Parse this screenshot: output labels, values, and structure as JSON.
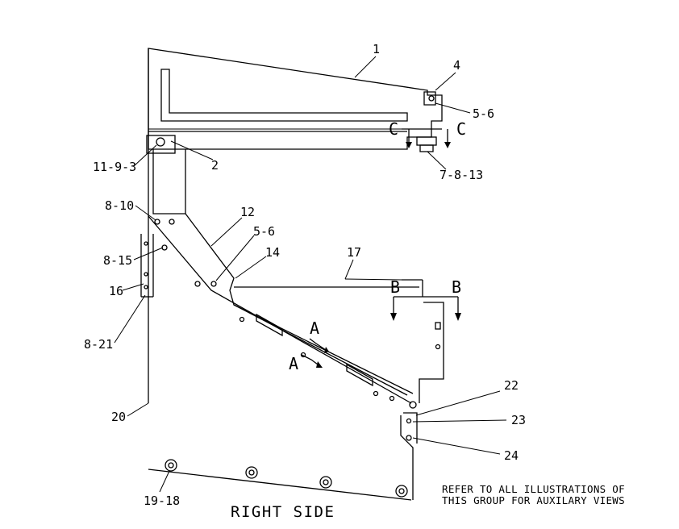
{
  "diagram": {
    "title": "RIGHT SIDE",
    "note_lines": [
      "REFER TO ALL ILLUSTRATIONS OF",
      "THIS GROUP FOR AUXILARY VIEWS"
    ],
    "callouts": {
      "c1": "1",
      "c4": "4",
      "c56a": "5-6",
      "c7813": "7-8-13",
      "c2": "2",
      "c1193": "11-9-3",
      "c810": "8-10",
      "c12": "12",
      "c56b": "5-6",
      "c14": "14",
      "c17": "17",
      "c815": "8-15",
      "c16": "16",
      "c821": "8-21",
      "c20": "20",
      "c22": "22",
      "c23": "23",
      "c24": "24",
      "c1918": "19-18"
    },
    "views": {
      "c_left": "C",
      "c_right": "C",
      "b_left": "B",
      "b_right": "B",
      "a_top": "A",
      "a_bottom": "A"
    }
  }
}
